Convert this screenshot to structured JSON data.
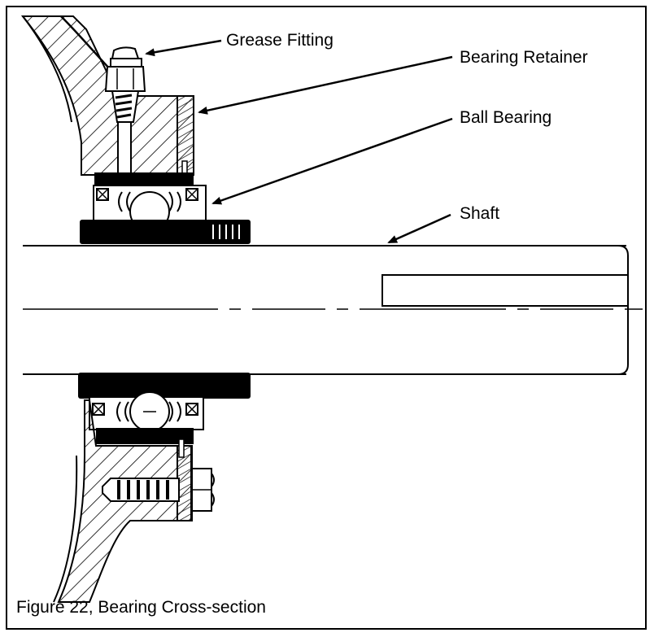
{
  "labels": {
    "grease_fitting": "Grease Fitting",
    "bearing_retainer": "Bearing Retainer",
    "ball_bearing": "Ball Bearing",
    "shaft": "Shaft"
  },
  "caption": "Figure 22, Bearing Cross-section",
  "colors": {
    "ink": "#000000",
    "paper": "#ffffff"
  }
}
